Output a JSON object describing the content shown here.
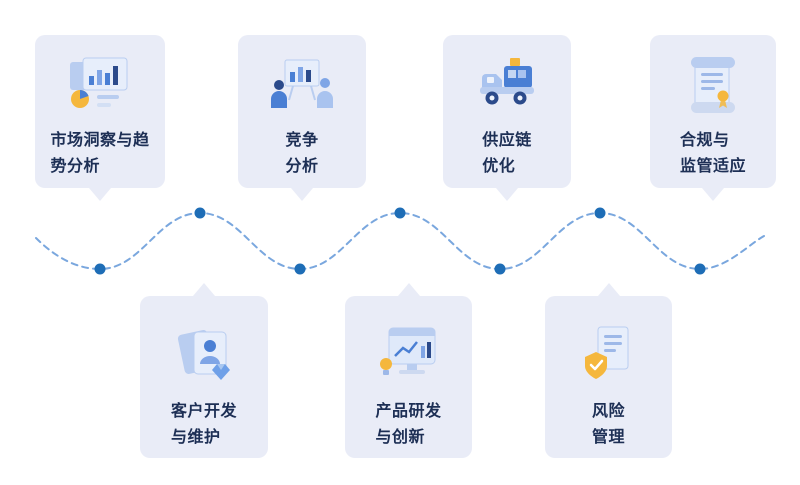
{
  "diagram": {
    "title": "",
    "top_cards": [
      {
        "icon": "market-analysis-icon",
        "label": "市场洞察与趋势分析",
        "lines": [
          "市场洞察与趋",
          "势分析"
        ]
      },
      {
        "icon": "competition-analysis-icon",
        "label": "竞争分析",
        "lines": [
          "竞争",
          "分析"
        ]
      },
      {
        "icon": "supply-chain-truck-icon",
        "label": "供应链优化",
        "lines": [
          "供应链",
          "优化"
        ]
      },
      {
        "icon": "compliance-scroll-icon",
        "label": "合规与监管适应",
        "lines": [
          "合规与",
          "监管适应"
        ]
      }
    ],
    "bottom_cards": [
      {
        "icon": "customer-card-icon",
        "label": "客户开发与维护",
        "lines": [
          "客户开发",
          "与维护"
        ]
      },
      {
        "icon": "product-rnd-icon",
        "label": "产品研发与创新",
        "lines": [
          "产品研发",
          "与创新"
        ]
      },
      {
        "icon": "risk-shield-icon",
        "label": "风险管理",
        "lines": [
          "风险",
          "管理"
        ]
      }
    ],
    "wave": {
      "node_count": 7,
      "style": "dashed-sine"
    },
    "colors": {
      "background": "#ffffff",
      "card_bg": "#e9ecf7",
      "label_text": "#1d2f55",
      "wave_dash": "#7aa7de",
      "wave_node": "#1e6db6",
      "icon_blue": "#4a7fd4",
      "icon_light_blue": "#a9c3ef",
      "icon_navy": "#2b4a8b",
      "icon_yellow": "#f5b73d"
    }
  }
}
